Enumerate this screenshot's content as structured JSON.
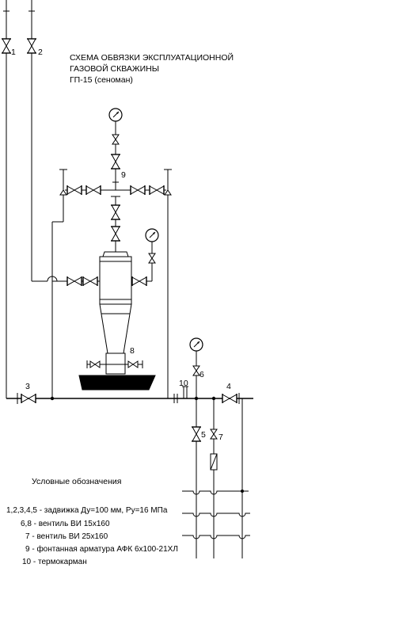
{
  "title": {
    "line1": "СХЕМА ОБВЯЗКИ ЭКСПЛУАТАЦИОННОЙ",
    "line2": "ГАЗОВОЙ СКВАЖИНЫ",
    "line3": "ГП-15 (сеноман)"
  },
  "labels": {
    "v1": "1",
    "v2": "2",
    "v3": "3",
    "v4": "4",
    "v5": "5",
    "v6": "6",
    "v7": "7",
    "v8": "8",
    "v9": "9",
    "v10": "10"
  },
  "legend": {
    "heading": "Условные обозначения",
    "items": [
      "1,2,3,4,5 - задвижка Ду=100 мм, Ру=16 МПа",
      "6,8 - вентиль ВИ 15х160",
      "7 - вентиль ВИ 25х160",
      "9 - фонтанная арматура АФК 6х100-21ХЛ",
      "10 - термокарман"
    ]
  }
}
